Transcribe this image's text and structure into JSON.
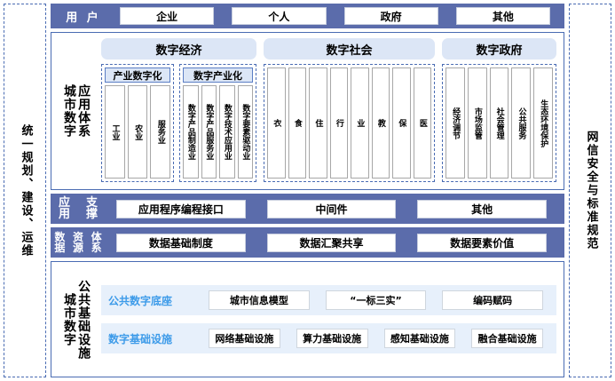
{
  "rails": {
    "left": "统一规划、建设、运维",
    "right": "网信安全与标准规范"
  },
  "users": {
    "label": "用 户",
    "items": [
      "企业",
      "个人",
      "政府",
      "其他"
    ]
  },
  "app_system": {
    "label_col1": "应用体系",
    "label_col2": "城市数字",
    "domains": [
      {
        "title": "数字经济",
        "groups": [
          {
            "title": "产业数字化",
            "cells": [
              "工业",
              "农业",
              "服务业"
            ]
          },
          {
            "title": "数字产业化",
            "cells": [
              "数字产品制造业",
              "数字产品服务业",
              "数字技术应用业",
              "数字要素驱动业"
            ]
          }
        ]
      },
      {
        "title": "数字社会",
        "groups": [
          {
            "title": "",
            "cells": [
              "衣",
              "食",
              "住",
              "行",
              "业",
              "教",
              "保",
              "医"
            ]
          }
        ]
      },
      {
        "title": "数字政府",
        "groups": [
          {
            "title": "",
            "cells": [
              "经济调节",
              "市场监管",
              "社会管理",
              "公共服务",
              "生态环境保护"
            ]
          }
        ]
      }
    ]
  },
  "app_support": {
    "label_chars": [
      "应",
      "支",
      "用",
      "撑"
    ],
    "items": [
      "应用程序编程接口",
      "中间件",
      "其他"
    ]
  },
  "data_resource": {
    "label_chars": [
      "数",
      "资",
      "体",
      "据",
      "源",
      "系"
    ],
    "items": [
      "数据基础制度",
      "数据汇聚共享",
      "数据要素价值"
    ]
  },
  "infrastructure": {
    "label_col1": "公共基础设施",
    "label_col2": "城市数字",
    "rows": [
      {
        "label": "公共数字底座",
        "items": [
          "城市信息模型",
          "“一标三实”",
          "编码赋码"
        ]
      },
      {
        "label": "数字基础设施",
        "items": [
          "网络基础设施",
          "算力基础设施",
          "感知基础设施",
          "融合基础设施"
        ]
      }
    ]
  },
  "colors": {
    "bar_blue": "#5b6cab",
    "border_blue": "#4a6cb3",
    "pill_blue": "#dce6f6",
    "row_blue": "#e7f0fb",
    "label_blue": "#3d9be9"
  }
}
